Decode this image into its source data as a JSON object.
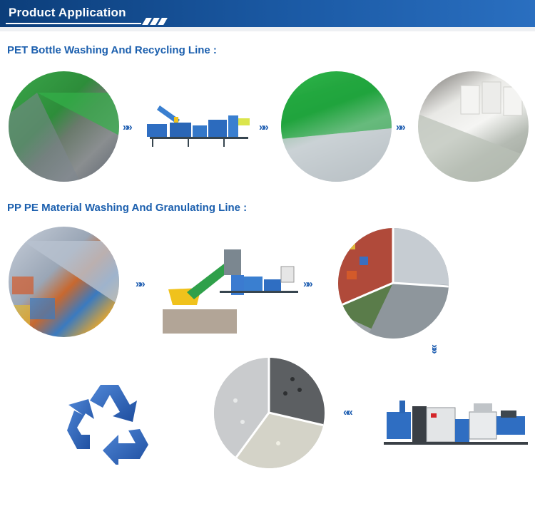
{
  "header": {
    "title": "Product Application"
  },
  "sections": [
    {
      "title": "PET Bottle Washing And Recycling Line :"
    },
    {
      "title": "PP PE Material Washing And Granulating Line :"
    }
  ],
  "arrow_glyph": "»»",
  "colors": {
    "brand": "#1b5aa5",
    "title_text": "#1b5fae",
    "recycle_blue": "#2a63b8"
  }
}
